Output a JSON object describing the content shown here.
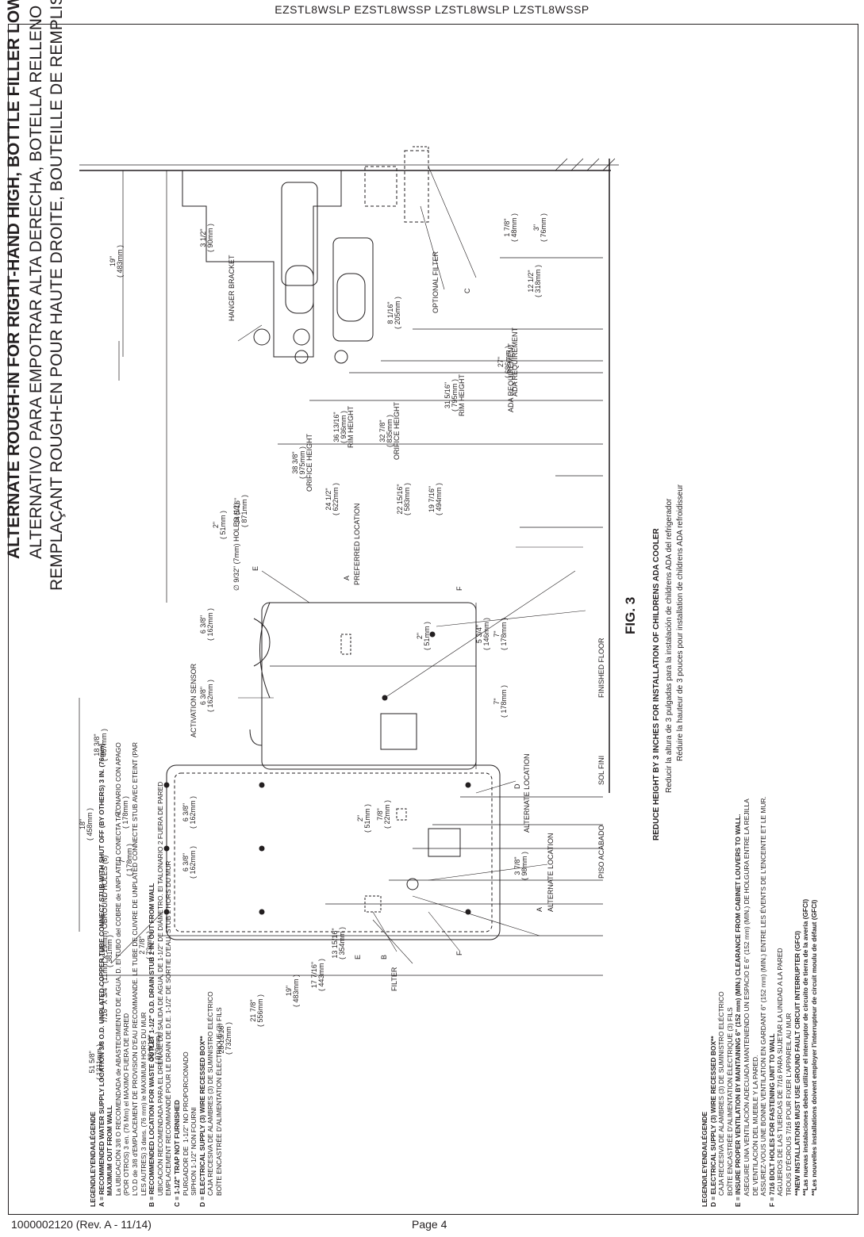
{
  "header": {
    "models": "EZSTL8WSLP  EZSTL8WSSP   LZSTL8WSLP  LZSTL8WSSP"
  },
  "footer": {
    "doc_number": "1000002120 (Rev. A - 11/14)",
    "page": "Page 4"
  },
  "titles": {
    "en": "ALTERNATE ROUGH-IN FOR RIGHT-HAND HIGH, BOTTLE FILLER LOW MODELS –  REQUIRES BASIN ASSY CHANGE",
    "es": "ALTERNATIVO PARA EMPOTRAR ALTA DERECHA, BOTELLA RELLENO BAJO MODELOS – REQUIERE CAMBIO CUENCA",
    "fr": "REMPLAÇANT ROUGH-EN POUR HAUTE DROITE, BOUTEILLE DE REMPLISSAGE FAIBLE MODÈLES – EXIGE DU BASSIN CHANGEMENT ASSY"
  },
  "figure": {
    "label": "FIG. 3",
    "reduce_en": "REDUCE HEIGHT BY 3 INCHES FOR INSTALLATION OF CHILDRENS ADA COOLER",
    "reduce_es": "Reducir la altura de 3 pulgadas para la instalación de childrens ADA del refrigerador",
    "reduce_fr": "Réduire la hauteur de 3 pouces pour installation de childrens ADA refroidisseur",
    "floor_es": "PISO ACABADO",
    "floor_fr": "SOL FINI",
    "floor_en": "FINISHED FLOOR"
  },
  "labels": {
    "hanger_bracket": "HANGER BRACKET",
    "optional_filter": "OPTIONAL FILTER",
    "activation_sensor": "ACTIVATION SENSOR",
    "holes": "∅ 9/32\" (7mm) HOLES (12)",
    "obround": "7/16\" X 3/4\" (11mm X 19mm) OBROUND HOLES (6)",
    "preferred_location": "PREFERRED LOCATION",
    "alternate_location": "ALTERNATE LOCATION",
    "filter": "FILTER",
    "ada_req": "ADA REQUIREMENT",
    "letters": [
      "A",
      "B",
      "C",
      "D",
      "E",
      "F"
    ]
  },
  "dims": [
    {
      "id": "d51_5_8",
      "text": "51 5/8\"",
      "mm": "( 1311mm )"
    },
    {
      "id": "d38_9_16",
      "text": "38 9/16\"",
      "mm": "( 979mm )"
    },
    {
      "id": "d28_13_16",
      "text": "28 13/16\"",
      "mm": "( 732mm )"
    },
    {
      "id": "d21_7_8",
      "text": "21 7/8\"",
      "mm": "( 556mm )"
    },
    {
      "id": "d19a",
      "text": "19\"",
      "mm": "( 483mm )"
    },
    {
      "id": "d17_7_16",
      "text": "17 7/16\"",
      "mm": "( 443mm )"
    },
    {
      "id": "d13_15_16",
      "text": "13 15/16\"",
      "mm": "( 354mm )"
    },
    {
      "id": "d15",
      "text": "15\"",
      "mm": "( 381mm )"
    },
    {
      "id": "d2_7_8",
      "text": "2 7/8\"",
      "mm": "( 73mm )"
    },
    {
      "id": "d7a",
      "text": "7\"",
      "mm": "( 178mm )"
    },
    {
      "id": "d18",
      "text": "18\"",
      "mm": "( 458mm )"
    },
    {
      "id": "d7b",
      "text": "7\"",
      "mm": "( 178mm )"
    },
    {
      "id": "d6_3_8a",
      "text": "6 3/8\"",
      "mm": "( 162mm )"
    },
    {
      "id": "d6_3_8b",
      "text": "6 3/8\"",
      "mm": "( 162mm )"
    },
    {
      "id": "d2a",
      "text": "2\"",
      "mm": "( 51mm )"
    },
    {
      "id": "d7_8",
      "text": "7/8\"",
      "mm": "( 22mm )"
    },
    {
      "id": "d3_7_8",
      "text": "3 7/8\"",
      "mm": "( 98mm )"
    },
    {
      "id": "d18_3_8",
      "text": "18 3/8\"",
      "mm": "( 467mm )"
    },
    {
      "id": "d6_3_8c",
      "text": "6 3/8\"",
      "mm": "( 162mm )"
    },
    {
      "id": "d6_3_8d",
      "text": "6 3/8\"",
      "mm": "( 162mm )"
    },
    {
      "id": "d2b",
      "text": "2\"",
      "mm": "( 51mm )"
    },
    {
      "id": "d5_3_4",
      "text": "5 3/4\"",
      "mm": "( 146mm )"
    },
    {
      "id": "d7c",
      "text": "7\"",
      "mm": "( 178mm )"
    },
    {
      "id": "d7d",
      "text": "7\"",
      "mm": "( 178mm )"
    },
    {
      "id": "d2c",
      "text": "2\"",
      "mm": "( 51mm )"
    },
    {
      "id": "d34_5_16",
      "text": "34 5/16\"",
      "mm": "( 871mm )"
    },
    {
      "id": "d24_1_2",
      "text": "24 1/2\"",
      "mm": "( 622mm )"
    },
    {
      "id": "d22_15_16",
      "text": "22 15/16\"",
      "mm": "( 583mm )"
    },
    {
      "id": "d19_7_16",
      "text": "19 7/16\"",
      "mm": "( 494mm )"
    },
    {
      "id": "d38_3_8",
      "text": "38 3/8\"",
      "mm": "( 975mm )",
      "note": "ORIFICE HEIGHT"
    },
    {
      "id": "d36_13_16",
      "text": "36 13/16\"",
      "mm": "( 936mm )",
      "note": "RIM HEIGHT"
    },
    {
      "id": "d32_7_8",
      "text": "32 7/8\"",
      "mm": "( 835mm )",
      "note": "ORIFICE HEIGHT"
    },
    {
      "id": "d31_5_16",
      "text": "31 5/16\"",
      "mm": "( 795mm )",
      "note": "RIM HEIGHT"
    },
    {
      "id": "d27",
      "text": "27\"",
      "mm": "( 686mm )",
      "note": "ADA REQUIREMENT"
    },
    {
      "id": "d8_1_16",
      "text": "8 1/16\"",
      "mm": "( 205mm )"
    },
    {
      "id": "d19b",
      "text": "19\"",
      "mm": "( 483mm )"
    },
    {
      "id": "d3_1_2",
      "text": "3 1/2\"",
      "mm": "( 90mm )"
    },
    {
      "id": "d12_1_2",
      "text": "12 1/2\"",
      "mm": "( 318mm )"
    },
    {
      "id": "d1_7_8",
      "text": "1 7/8\"",
      "mm": "( 48mm )"
    },
    {
      "id": "d3",
      "text": "3\"",
      "mm": "( 76mm )"
    }
  ],
  "legend_left": {
    "heading": "LEGEND/LEYENDA/LÉGENDE",
    "lines": [
      {
        "t": "A = RECOMMENDED WATER SUPPLY LOCATION 3/8 O.D. UNPLATED COPPER TUBE CONNECT STUB WITH SHUT OFF (BY OTHERS) 3 IN. (76mm)",
        "b": true
      },
      {
        "t": "      MAXIMUM OUT FROM WALL",
        "b": true
      },
      {
        "t": "      La UBICACIÓN 3/8 O RECOMENDADA de ABASTECIMIENTO DE AGUA. D. El TUBO del COBRE de UNPLATED CONECTA TALONARIO CON APAGO",
        "b": false
      },
      {
        "t": "      (POR OTROS) 3 en. (76 Mm) el MAXIMO FUERA DE PARED",
        "b": false
      },
      {
        "t": "      L'O.D de 3/8 d'EMPLACEMENT DE PROVISION D'EAU RECOMMANDE. LE TUBE DE CUIVRE DE UNPLATED CONNECTE STUB AVEC ETEINT (PAR",
        "b": false
      },
      {
        "t": "      LES AUTRES) 3 dans. (76 mm) le MAXIMUM HORS DU MUR",
        "b": false
      },
      {
        "t": "B = RECOMMENDED LOCATION FOR WASTE OUTLET 1-1/2\" O.D. DRAIN STUB 2 IN. OUT FROM WALL",
        "b": true
      },
      {
        "t": "      UBICACIÓN RECOMENDADA PARA EL DRENAJE DE SALIDA DE AGUA, DE 1-1/2\" DE DIÁMETRO. El TALONARIO 2 FUERA DE PARED",
        "b": false
      },
      {
        "t": "      EMPLACEMENT RECOMMANDÉ POUR LE DRAIN DE D.E. 1-1/2\" DE SORTIE D'EAU. STUB 2 HORS DU MUR",
        "b": false
      },
      {
        "t": "C = 1-1/2\" TRAP NOT FURNISHED",
        "b": true
      },
      {
        "t": "      PURGADOR DE  1-1/2\" NO PROPORCIONADO",
        "b": false
      },
      {
        "t": "      SIPHON 1-1/2\" NON FOURNI",
        "b": false
      },
      {
        "t": "D = ELECTRICAL SUPPLY (3) WIRE RECESSED BOX**",
        "b": true
      },
      {
        "t": "      CAJA RECESIVA DE ALAMBRES (3) DE SUMINISTRO ELÉCTRICO",
        "b": false
      },
      {
        "t": "      BOÎTE ENCASTRÉE D'ALIMENTATION ÉLECTRIQUE (3) FILS",
        "b": false
      }
    ]
  },
  "legend_right": {
    "heading": "LEGEND/LEYENDA/LÉGENDE",
    "lines": [
      {
        "t": "D = ELECTRICAL SUPPLY (3) WIRE RECESSED BOX**",
        "b": true
      },
      {
        "t": "      CAJA RECESIVA DE ALAMBRES (3) DE SUMINISTRO ELÉCTRICO",
        "b": false
      },
      {
        "t": "      BOÎTE ENCASTRÉE D'ALIMENTATION ÉLECTRIQUE (3) FILS",
        "b": false
      },
      {
        "t": "E = INSURE PROPER VENTILATION BY MAINTAINING 6\" (152 mm) (MIN.) CLEARANCE FROM CABINET LOUVERS TO WALL.",
        "b": true
      },
      {
        "t": "      ASEGURE UNA VENTILACIÓN ADECUADA MANTENIENDO UN ESPACIO E 6\" (152 mm) (MIN.) DE HOLGURA ENTRE LA REJILLA",
        "b": false
      },
      {
        "t": "      DE VENTILACIÓN DEL MUEBLE Y LA PARED.",
        "b": false
      },
      {
        "t": "      ASSUREZ-VOUS UNE BONNE VENTILATION EN GARDANT 6\" (152 mm) (MIN.) ENTRE LES ÉVENTS DE L'ENCEINTE ET LE MUR.",
        "b": false
      },
      {
        "t": "F = 7/16 BOLT HOLES FOR FASTENING UNIT TO WALL",
        "b": true
      },
      {
        "t": "      AGUJEROS DE LAS TUERCAS DE 7/16 PARA SUJETAR LA UNIDAD A LA PARED",
        "b": false
      },
      {
        "t": "      TROUS D'ÉCROUS 7/16 POUR FIXER L'APPAREIL AU MUR",
        "b": false
      },
      {
        "t": "      **NEW INSTALLATIONS MUST USE GROUND FAULT CIRCUIT INTERRUPTER (GFCI)",
        "b": true
      },
      {
        "t": "      **Las nuevas instalaciones deben utilizar el interruptor de circuito de tierra de la avería (GFCI)",
        "b": true
      },
      {
        "t": "      **Les nouvelles installations doivent employer l'interrupteur de circuit moulu de défaut (GFCI)",
        "b": true
      }
    ]
  }
}
